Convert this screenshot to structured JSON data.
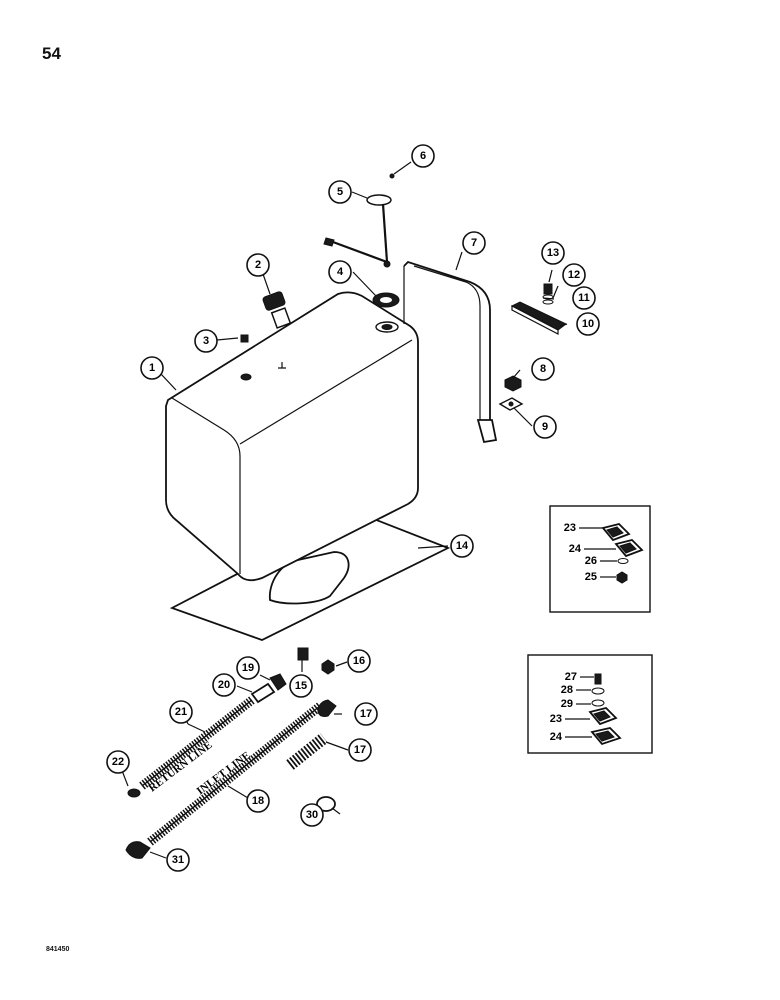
{
  "page": {
    "number": "54",
    "drawing_code": "841450"
  },
  "callouts": [
    "1",
    "2",
    "3",
    "4",
    "5",
    "6",
    "7",
    "8",
    "9",
    "10",
    "11",
    "12",
    "13",
    "14",
    "15",
    "16",
    "17",
    "19",
    "20",
    "21",
    "22",
    "18",
    "17",
    "30",
    "31"
  ],
  "line_labels": {
    "return": "RETURN LINE",
    "inlet": "INLET LINE"
  },
  "inset_a": [
    "23",
    "24",
    "26",
    "25"
  ],
  "inset_b": [
    "27",
    "28",
    "29",
    "23",
    "24"
  ]
}
